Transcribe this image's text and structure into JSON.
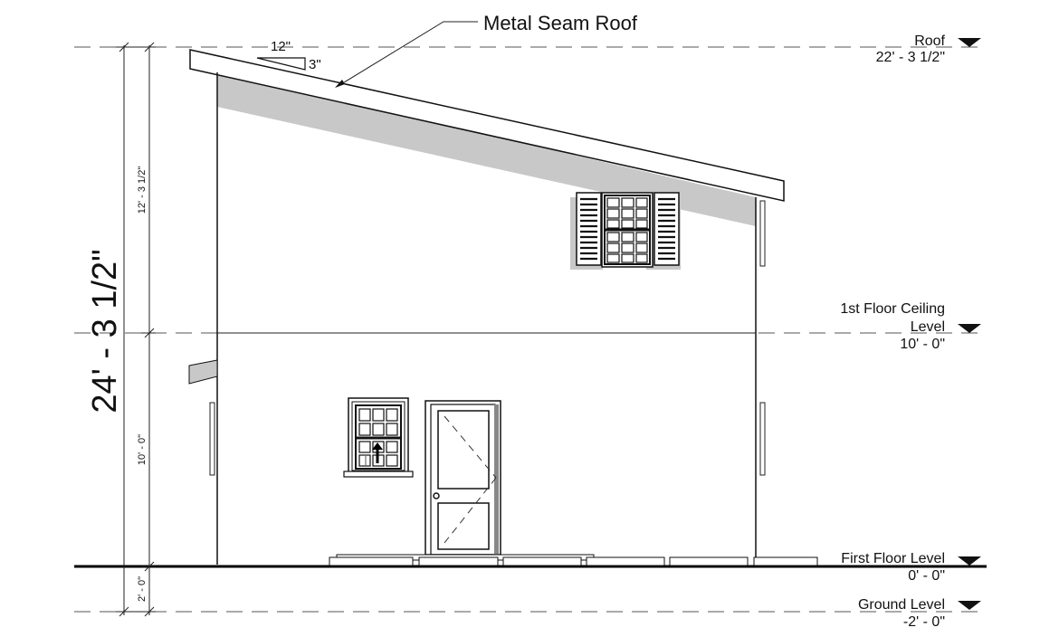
{
  "callout": {
    "roof_material": "Metal Seam Roof"
  },
  "roof_pitch": {
    "run": "12\"",
    "rise": "3\""
  },
  "levels": [
    {
      "name": "Roof",
      "elevation": "22' - 3 1/2\""
    },
    {
      "name_line1": "1st Floor Ceiling",
      "name_line2": "Level",
      "elevation": "10' - 0\""
    },
    {
      "name": "First Floor Level",
      "elevation": "0' - 0\""
    },
    {
      "name": "Ground Level",
      "elevation": "-2' - 0\""
    }
  ],
  "dimensions": {
    "overall": "24' - 3 1/2\"",
    "upper": "12' - 3 1/2\"",
    "lower": "10' - 0\"",
    "grade": "2' - 0\""
  },
  "colors": {
    "shadow": "#c8c8c8",
    "line": "#111111"
  }
}
